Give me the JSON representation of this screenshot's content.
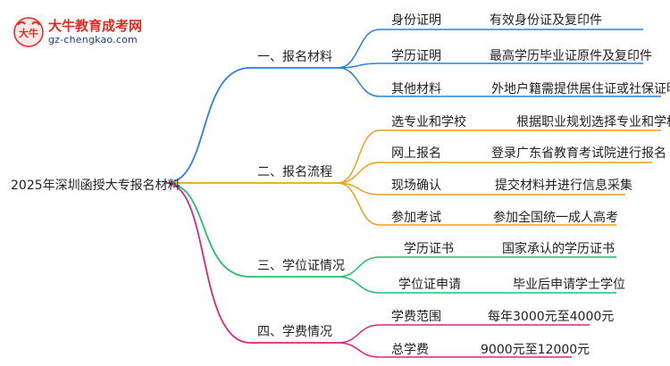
{
  "logo": {
    "title": "大牛教育成考网",
    "url": "gz-chengkao.com",
    "mark_text": "大牛"
  },
  "root": "2025年深圳函授大专报名材料",
  "colors": {
    "b1": "#2b7fe3",
    "b2": "#f0a11c",
    "b3": "#22c06a",
    "b4": "#e0247a"
  },
  "branches": [
    {
      "label": "一、报名材料",
      "items": [
        {
          "label": "身份证明",
          "value": "有效身份证及复印件"
        },
        {
          "label": "学历证明",
          "value": "最高学历毕业证原件及复印件"
        },
        {
          "label": "其他材料",
          "value": "外地户籍需提供居住证或社保证明"
        }
      ]
    },
    {
      "label": "二、报名流程",
      "items": [
        {
          "label": "选专业和学校",
          "value": "根据职业规划选择专业和学校"
        },
        {
          "label": "网上报名",
          "value": "登录广东省教育考试院进行报名"
        },
        {
          "label": "现场确认",
          "value": "提交材料并进行信息采集"
        },
        {
          "label": "参加考试",
          "value": "参加全国统一成人高考"
        }
      ]
    },
    {
      "label": "三、学位证情况",
      "items": [
        {
          "label": "学历证书",
          "value": "国家承认的学历证书"
        },
        {
          "label": "学位证申请",
          "value": "毕业后申请学士学位"
        }
      ]
    },
    {
      "label": "四、学费情况",
      "items": [
        {
          "label": "学费范围",
          "value": "每年3000元至4000元"
        },
        {
          "label": "总学费",
          "value": "9000元至12000元"
        }
      ]
    }
  ]
}
